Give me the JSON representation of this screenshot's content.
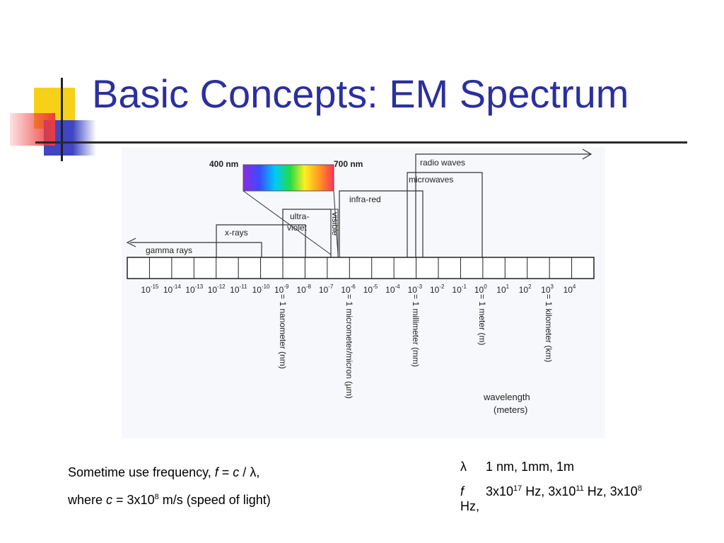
{
  "slide": {
    "title": "Basic Concepts: EM Spectrum",
    "colors": {
      "title": "#2b2f9e",
      "deco_yellow": "#f7d117",
      "deco_blue": "#3f45c4",
      "deco_red": "#ee3b3b"
    }
  },
  "diagram": {
    "wavelength_ticks": [
      {
        "b": "10",
        "e": "-15"
      },
      {
        "b": "10",
        "e": "-14"
      },
      {
        "b": "10",
        "e": "-13"
      },
      {
        "b": "10",
        "e": "-12"
      },
      {
        "b": "10",
        "e": "-11"
      },
      {
        "b": "10",
        "e": "-10"
      },
      {
        "b": "10",
        "e": "-9"
      },
      {
        "b": "10",
        "e": "-8"
      },
      {
        "b": "10",
        "e": "-7"
      },
      {
        "b": "10",
        "e": "-6"
      },
      {
        "b": "10",
        "e": "-5"
      },
      {
        "b": "10",
        "e": "-4"
      },
      {
        "b": "10",
        "e": "-3"
      },
      {
        "b": "10",
        "e": "-2"
      },
      {
        "b": "10",
        "e": "-1"
      },
      {
        "b": "10",
        "e": "0"
      },
      {
        "b": "10",
        "e": "1"
      },
      {
        "b": "10",
        "e": "2"
      },
      {
        "b": "10",
        "e": "3"
      },
      {
        "b": "10",
        "e": "4"
      }
    ],
    "bands": {
      "gamma": "gamma rays",
      "xrays": "x-rays",
      "uv_line1": "ultra-",
      "uv_line2": "violet",
      "visible": "visible",
      "infrared": "infra-red",
      "microwaves": "microwaves",
      "radio": "radio waves"
    },
    "visible_start": "400 nm",
    "visible_end": "700 nm",
    "unit_labels": {
      "nanometer": "= 1 nanometer (nm)",
      "micrometer": "= 1 micrometer/micron (µm)",
      "millimeter": "= 1 millimeter (mm)",
      "meter": "= 1 meter (m)",
      "kilometer": "= 1 kilometer (km)"
    },
    "axis_label_line1": "wavelength",
    "axis_label_line2": "(meters)"
  },
  "notes_left": {
    "line1_prefix": "Sometime use frequency, ",
    "f": "f",
    "eq": " = ",
    "c": "c",
    "slash": " / ",
    "lambda": "λ",
    "comma": ",",
    "line2_prefix": "where ",
    "c2": "c",
    "eq2": " = 3x10",
    "exp8": "8",
    "line2_suffix": " m/s (speed of light)"
  },
  "notes_right": {
    "lambda_symbol": "λ",
    "lambda_values": "1 nm, 1mm, 1m",
    "f_symbol": "f",
    "f_val1": "3x10",
    "f_exp1": "17",
    "f_mid1": " Hz, 3x10",
    "f_exp2": "11",
    "f_mid2": " Hz, 3x10",
    "f_exp3": "8",
    "f_end": "Hz,"
  }
}
